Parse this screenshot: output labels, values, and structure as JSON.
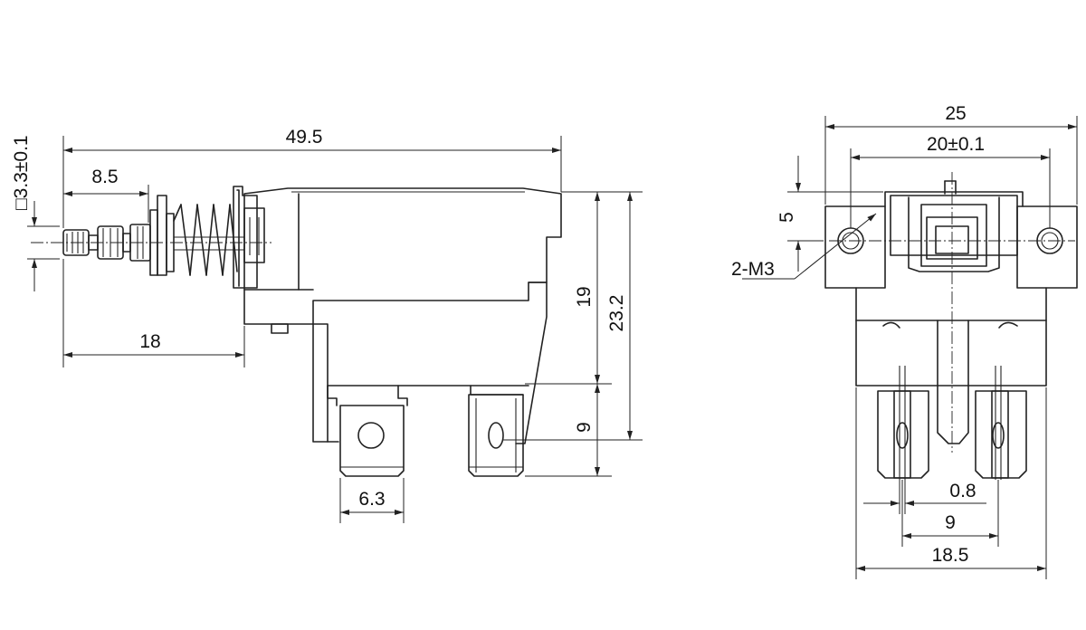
{
  "side_view": {
    "overall_length": "49.5",
    "plunger_length": "8.5",
    "mount_offset": "18",
    "plunger_square": "□3.3±0.1",
    "terminal_width": "6.3",
    "body_height": "19",
    "total_height": "23.2",
    "terminal_height": "9"
  },
  "front_view": {
    "overall_width": "25",
    "mount_hole_spacing": "20±0.1",
    "hole_height": "5",
    "hole_callout": "2-M3",
    "terminal_thickness": "0.8",
    "terminal_pitch": "9",
    "body_width": "18.5"
  }
}
